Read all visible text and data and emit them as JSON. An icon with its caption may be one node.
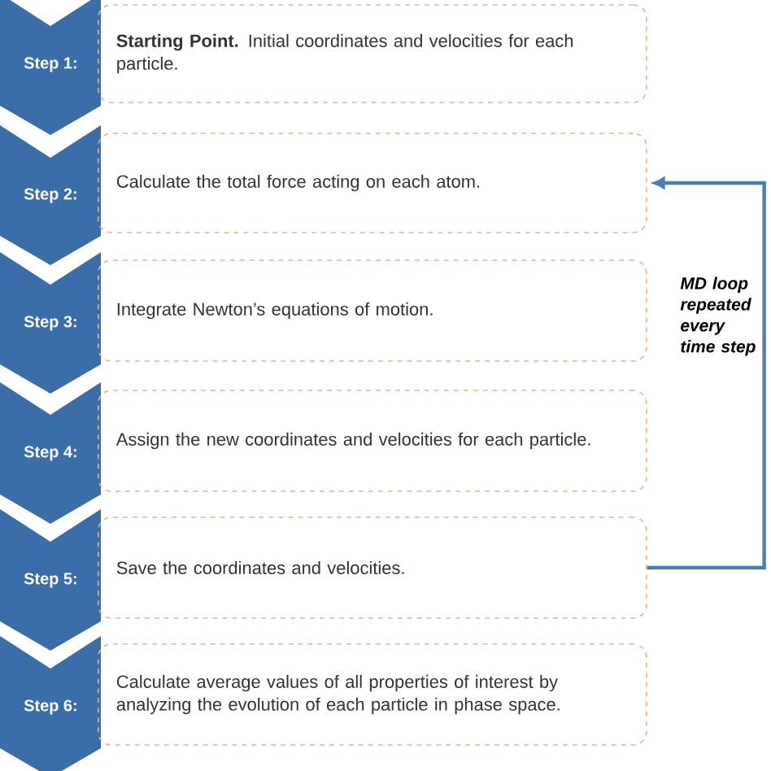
{
  "diagram": {
    "nodes": [
      {
        "text": [
          "Step 1:"
        ]
      },
      {
        "text": [
          "**Starting Point.** Initial coordinates and velocities for each particle."
        ]
      },
      {
        "text": [
          "Step 2:"
        ]
      },
      {
        "text": [
          "Calculate the total force acting on each atom."
        ]
      },
      {
        "text": [
          "Step 3:"
        ]
      },
      {
        "text": [
          "Integrate Newton’s equations of motion."
        ]
      },
      {
        "text": [
          "Step 4:"
        ]
      },
      {
        "text": [
          "Assign the new coordinates and velocities for each particle."
        ]
      },
      {
        "text": [
          "Step 5:"
        ]
      },
      {
        "text": [
          "Save the coordinates and velocities."
        ]
      },
      {
        "text": [
          "Step 6:"
        ]
      },
      {
        "text": [
          "Calculate average values of all properties of interest by analyzing the evolution of each particle in phase space."
        ]
      }
    ],
    "edges": [
      {
        "from": 9,
        "to": 3,
        "arrow": "to",
        "label": "MD loop repeated every time step"
      }
    ]
  }
}
